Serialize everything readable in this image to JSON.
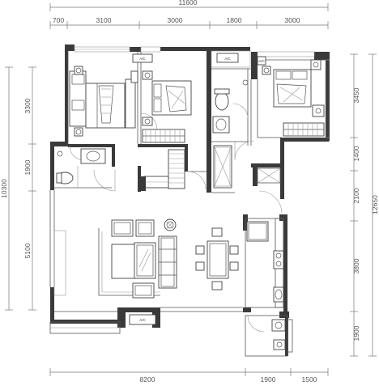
{
  "dimensions": {
    "top_total": "11600",
    "top_segments": [
      "700",
      "3100",
      "3000",
      "1800",
      "3000"
    ],
    "left_total": "10300",
    "left_segments": [
      "3300",
      "1900",
      "5100"
    ],
    "right_total": "12650",
    "right_segments": [
      "3450",
      "1400",
      "2100",
      "3800",
      "1900"
    ],
    "bottom_segments": [
      "8200",
      "1900",
      "1500"
    ]
  },
  "ac_labels": [
    "A/C",
    "A/C",
    "A/C",
    "A/C"
  ],
  "colors": {
    "wall": "#3a3a3a",
    "line": "#555555",
    "dim": "#777777"
  }
}
